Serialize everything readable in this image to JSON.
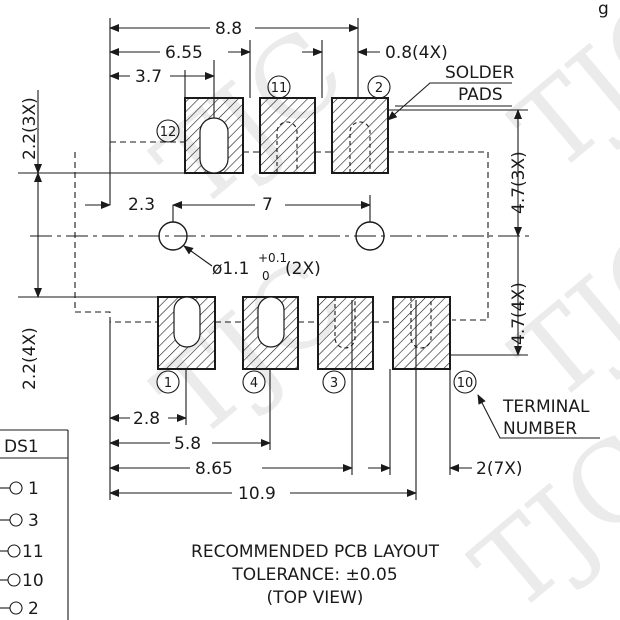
{
  "watermark": "TJC",
  "top_text_fragment": "g",
  "dimensions": {
    "overall_top": "8.8",
    "mid_top": "6.55",
    "left_top": "3.7",
    "pad_width": "0.8(4X)",
    "left_height": "2.2(3X)",
    "left_height_bottom": "2.2(4X)",
    "right_top": "4.7(3X)",
    "right_bottom": "4.7(4X)",
    "hole_offset": "2.3",
    "hole_pitch": "7",
    "hole_diameter": "ø1.1",
    "hole_tol_plus": "+0.1",
    "hole_tol_minus": "0",
    "hole_count": "(2X)",
    "b_1": "2.8",
    "b_2": "5.8",
    "b_3": "8.65",
    "b_4": "10.9",
    "b_pitch": "2(7X)"
  },
  "callouts": {
    "solder_pads_line1": "SOLDER",
    "solder_pads_line2": "PADS",
    "terminal_line1": "TERMINAL",
    "terminal_line2": "NUMBER"
  },
  "terminals": {
    "t12": "12",
    "t11": "11",
    "t2": "2",
    "t1": "1",
    "t4": "4",
    "t3": "3",
    "t10": "10"
  },
  "caption": {
    "line1": "RECOMMENDED PCB LAYOUT",
    "line2": "TOLERANCE: ±0.05",
    "line3": "(TOP VIEW)"
  },
  "legend": {
    "header": "DS1",
    "items": [
      "1",
      "3",
      "11",
      "10",
      "2"
    ]
  }
}
